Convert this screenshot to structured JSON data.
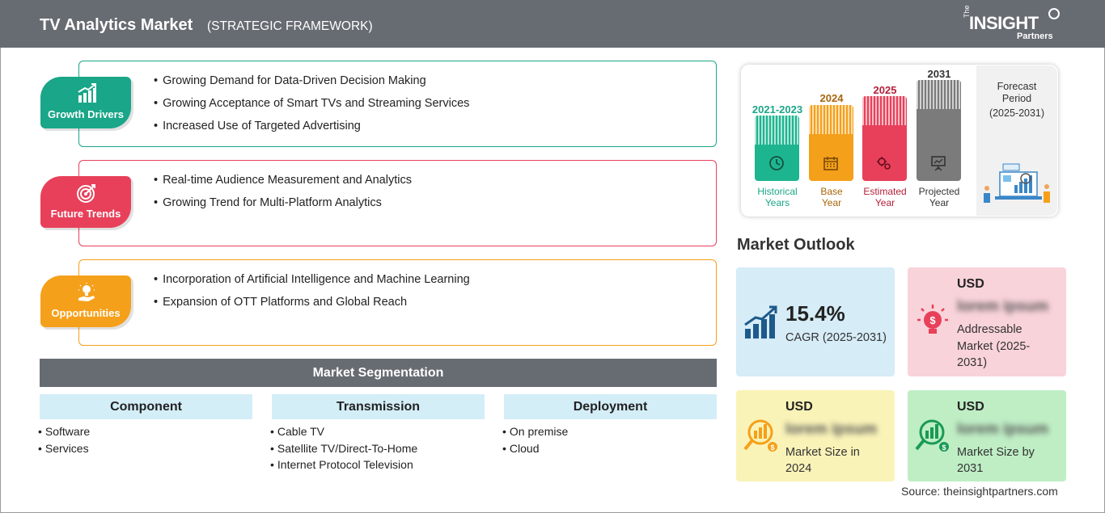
{
  "header": {
    "title": "TV Analytics Market",
    "subtitle": "(STRATEGIC FRAMEWORK)",
    "logo_the": "The",
    "logo_insight": "INSIGHT",
    "logo_partners": "Partners"
  },
  "factors": {
    "growth_drivers": {
      "label": "Growth Drivers",
      "color": "#1aa688",
      "icon": "growth-chart-icon",
      "items": [
        "Growing Demand for Data-Driven Decision Making",
        "Growing Acceptance of Smart TVs and Streaming Services",
        "Increased Use of Targeted Advertising"
      ]
    },
    "future_trends": {
      "label": "Future Trends",
      "color": "#e8405a",
      "icon": "target-icon",
      "items": [
        "Real-time Audience Measurement and Analytics",
        "Growing Trend for Multi-Platform Analytics"
      ]
    },
    "opportunities": {
      "label": "Opportunities",
      "color": "#f5a01a",
      "icon": "lightbulb-hand-icon",
      "items": [
        "Incorporation of Artificial Intelligence and Machine Learning",
        "Expansion of OTT Platforms and Global Reach"
      ]
    }
  },
  "segmentation": {
    "title": "Market Segmentation",
    "columns": [
      {
        "heading": "Component",
        "items": [
          "Software",
          "Services"
        ]
      },
      {
        "heading": "Transmission",
        "items": [
          "Cable TV",
          "Satellite TV/Direct-To-Home",
          "Internet Protocol Television"
        ]
      },
      {
        "heading": "Deployment",
        "items": [
          "On premise",
          "Cloud"
        ]
      }
    ]
  },
  "timeline": {
    "bars": [
      {
        "year": "2021-2023",
        "caption_line1": "Historical",
        "caption_line2": "Years",
        "color": "#1db58f",
        "year_color": "#1aa688",
        "caption_color": "#1aa688",
        "icon": "history-clock-icon"
      },
      {
        "year": "2024",
        "caption_line1": "Base",
        "caption_line2": "Year",
        "color": "#f5a01a",
        "year_color": "#a8650a",
        "caption_color": "#a8650a",
        "icon": "calendar-icon"
      },
      {
        "year": "2025",
        "caption_line1": "Estimated",
        "caption_line2": "Year",
        "color": "#e8405a",
        "year_color": "#b4203a",
        "caption_color": "#b4203a",
        "icon": "gears-icon"
      },
      {
        "year": "2031",
        "caption_line1": "Projected",
        "caption_line2": "Year",
        "color": "#7b7b7b",
        "year_color": "#333333",
        "caption_color": "#333333",
        "icon": "presentation-board-icon"
      }
    ],
    "forecast_line1": "Forecast",
    "forecast_line2": "Period",
    "forecast_line3": "(2025-2031)",
    "forecast_icon": "analytics-dashboard-icon"
  },
  "outlook": {
    "title": "Market Outlook",
    "cagr": {
      "value": "15.4%",
      "label": "CAGR (2025-2031)",
      "bg": "#d6ecf7",
      "icon": "bar-growth-icon"
    },
    "addressable": {
      "usd": "USD",
      "value": "lorem ipsum",
      "line1": "Addressable",
      "line2": "Market (2025-",
      "line3": "2031)",
      "bg": "#f9d3da",
      "icon": "dollar-bulb-icon"
    },
    "size_2024": {
      "usd": "USD",
      "value": "lorem ipsum",
      "line1": "Market Size in",
      "line2": "2024",
      "bg": "#faf3b8",
      "icon": "magnify-dollar-icon"
    },
    "size_2031": {
      "usd": "USD",
      "value": "lorem ipsum",
      "line1": "Market Size by",
      "line2": "2031",
      "bg": "#bfeec5",
      "icon": "magnify-chart-icon"
    }
  },
  "source": "Source: theinsightpartners.com"
}
